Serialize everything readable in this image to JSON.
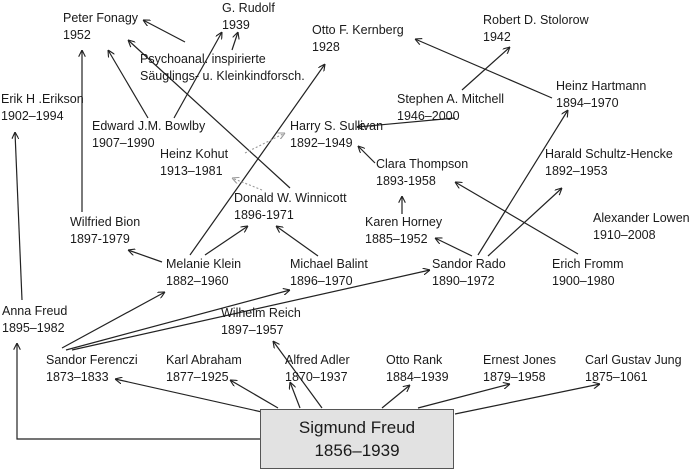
{
  "root": {
    "name": "Sigmund Freud",
    "years": "1856–1939"
  },
  "people": {
    "fonagy": {
      "name": "Peter Fonagy",
      "years": "1952"
    },
    "rudolf": {
      "name": "G. Rudolf",
      "years": "1939"
    },
    "kernberg": {
      "name": "Otto F. Kernberg",
      "years": "1928"
    },
    "stolorow": {
      "name": "Robert D. Stolorow",
      "years": "1942"
    },
    "erikson": {
      "name": "Erik H .Erikson",
      "years": "1902–1994"
    },
    "bowlby": {
      "name": "Edward J.M. Bowlby",
      "years": "1907–1990"
    },
    "mitchell": {
      "name": "Stephen A. Mitchell",
      "years": "1946–2000"
    },
    "hartmann": {
      "name": "Heinz Hartmann",
      "years": "1894–1970"
    },
    "sullivan": {
      "name": "Harry S. Sullivan",
      "years": "1892–1949"
    },
    "kohut": {
      "name": "Heinz Kohut",
      "years": "1913–1981"
    },
    "thompson": {
      "name": "Clara Thompson",
      "years": "1893-1958"
    },
    "schultz": {
      "name": "Harald Schultz-Hencke",
      "years": "1892–1953"
    },
    "winnicott": {
      "name": "Donald W. Winnicott",
      "years": "1896-1971"
    },
    "bion": {
      "name": "Wilfried Bion",
      "years": "1897-1979"
    },
    "horney": {
      "name": "Karen Horney",
      "years": "1885–1952"
    },
    "lowen": {
      "name": "Alexander Lowen",
      "years": "1910–2008"
    },
    "klein": {
      "name": "Melanie Klein",
      "years": "1882–1960"
    },
    "balint": {
      "name": "Michael Balint",
      "years": "1896–1970"
    },
    "rado": {
      "name": "Sandor Rado",
      "years": "1890–1972"
    },
    "fromm": {
      "name": "Erich Fromm",
      "years": "1900–1980"
    },
    "annafreud": {
      "name": "Anna Freud",
      "years": "1895–1982"
    },
    "reich": {
      "name": "Wilhelm Reich",
      "years": "1897–1957"
    },
    "ferenczi": {
      "name": "Sandor Ferenczi",
      "years": "1873–1833"
    },
    "abraham": {
      "name": "Karl Abraham",
      "years": "1877–1925"
    },
    "adler": {
      "name": "Alfred Adler",
      "years": "1870–1937"
    },
    "rank": {
      "name": "Otto Rank",
      "years": "1884–1939"
    },
    "jones": {
      "name": "Ernest Jones",
      "years": "1879–1958"
    },
    "jung": {
      "name": "Carl Gustav Jung",
      "years": "1875–1061"
    }
  },
  "institution": {
    "line1": "Psychoanal. inspirierte",
    "line2": "Säuglings- u. Kleinkindforsch."
  }
}
